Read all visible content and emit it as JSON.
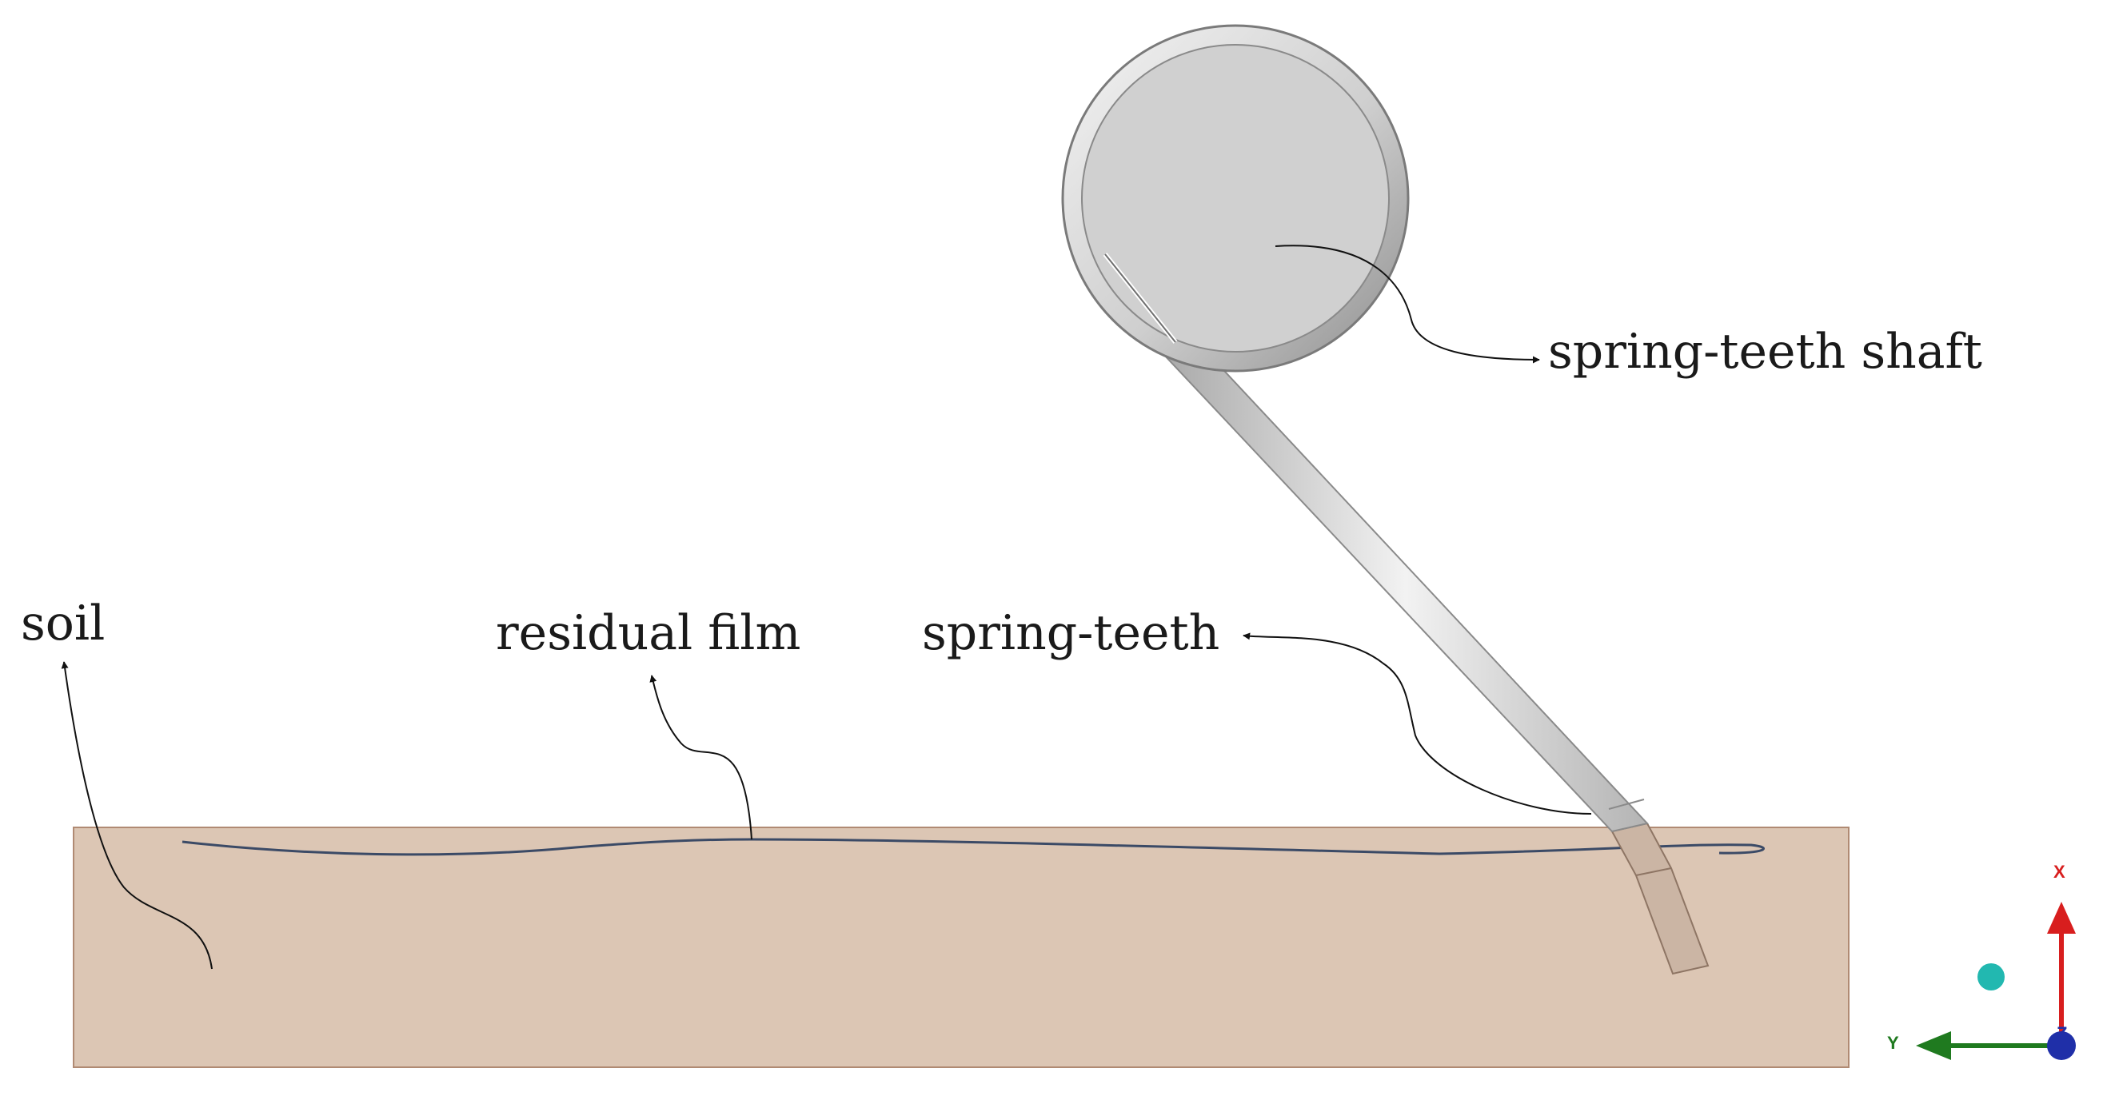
{
  "labels": {
    "soil": "soil",
    "residual_film": "residual film",
    "spring_teeth": "spring-teeth",
    "spring_teeth_shaft": "spring-teeth shaft"
  },
  "triad": {
    "x_label": "X",
    "y_label": "Y",
    "z_label": "Z",
    "x_color": "#d81e1e",
    "y_color": "#1f7a1f",
    "z_color": "#1f2fa8",
    "point_color": "#22b8b0"
  },
  "colors": {
    "soil_fill": "#dcc6b4",
    "soil_stroke": "#b08a73",
    "film_line": "#3b4a66",
    "shaft_fill": "#d0d0d0",
    "tooth_fill": "#dedede",
    "tooth_buried_fill": "#cbb5a4",
    "leader_line": "#111111"
  }
}
